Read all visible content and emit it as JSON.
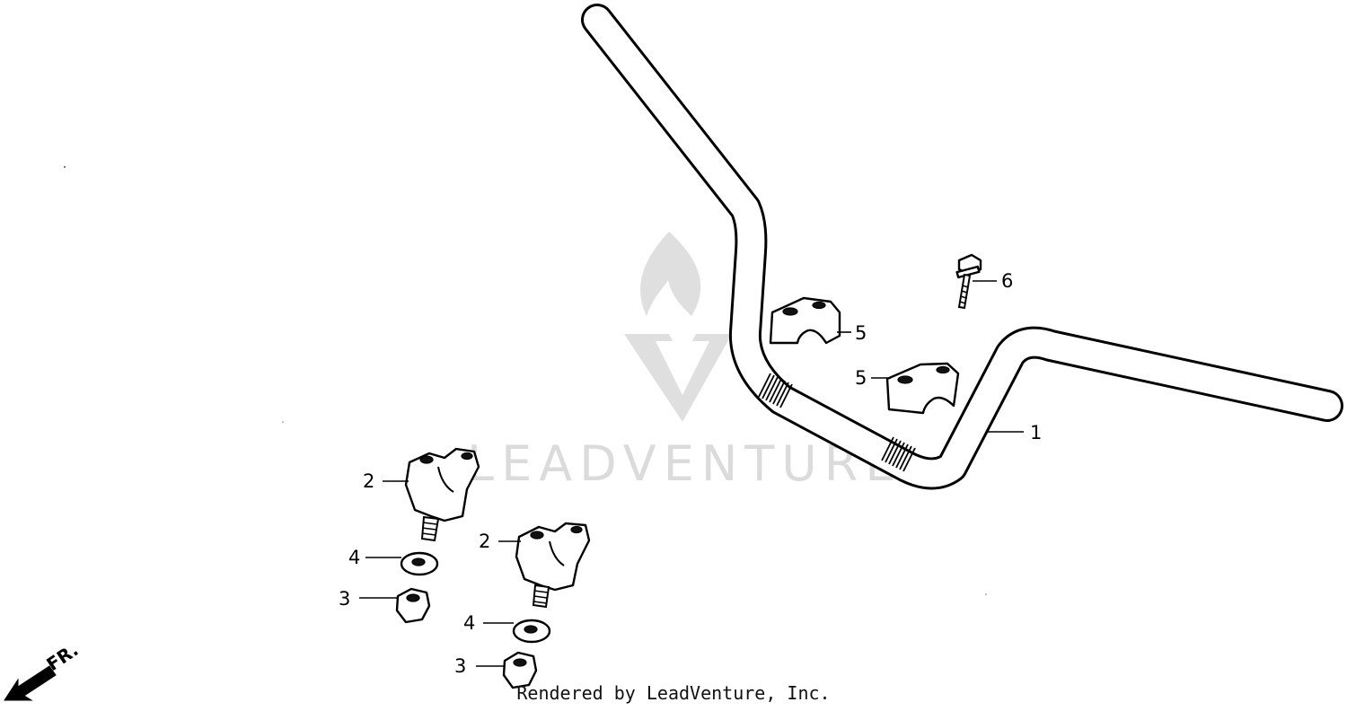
{
  "diagram": {
    "labels": {
      "handlebar": "1",
      "upper_holder_left": "2",
      "upper_holder_right": "2",
      "washer_left": "4",
      "washer_right": "4",
      "nut_left": "3",
      "nut_right": "3",
      "clamp_upper": "5",
      "clamp_lower": "5",
      "bolt": "6"
    },
    "direction_marker": "FR."
  },
  "watermark": {
    "text": "LEADVENTURE"
  },
  "footer": {
    "text": "Rendered by LeadVenture, Inc."
  }
}
